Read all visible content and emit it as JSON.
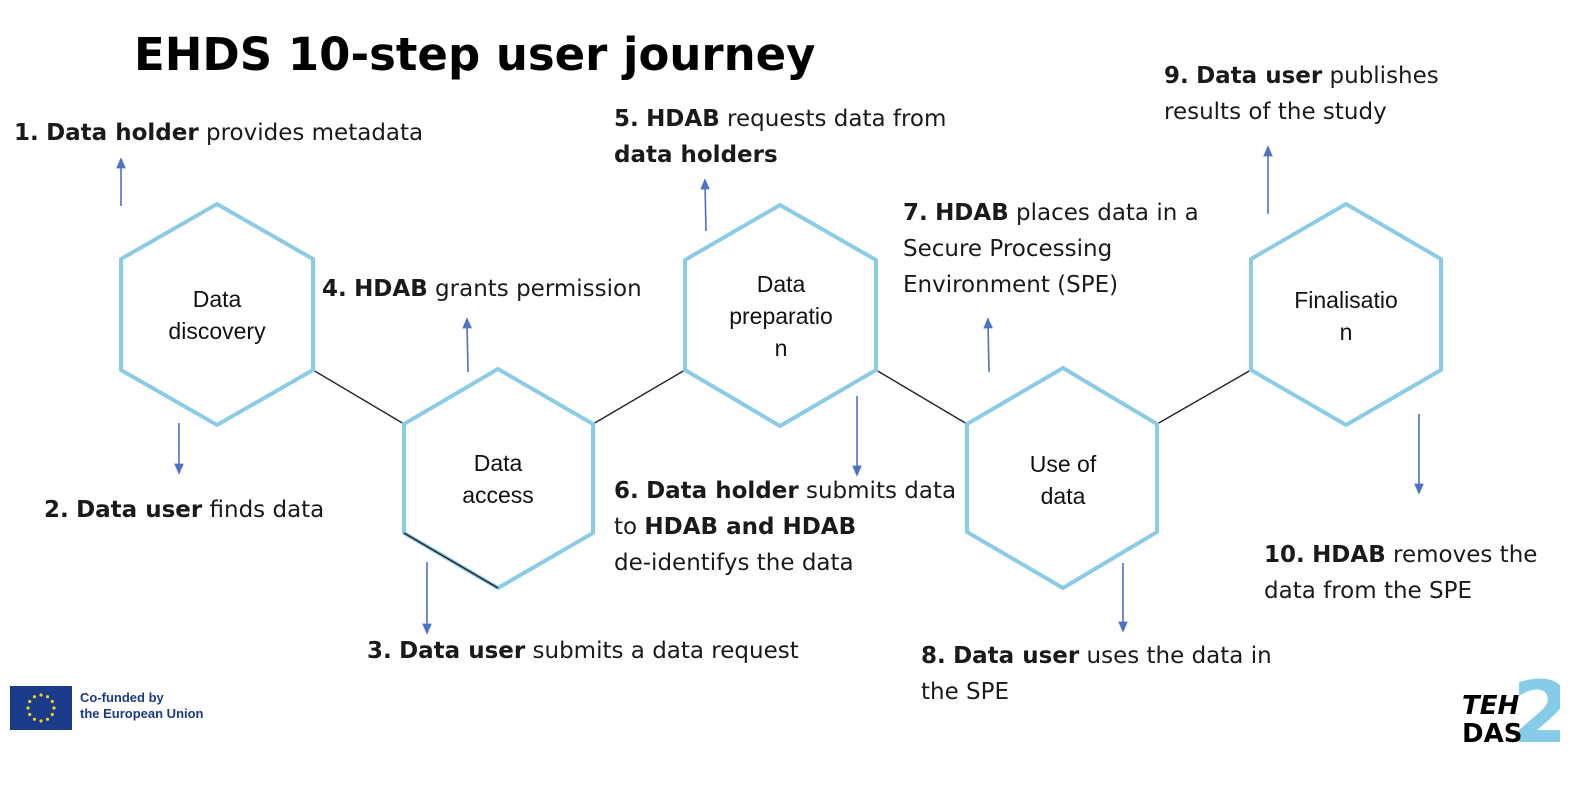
{
  "title": "EHDS 10-step user journey",
  "phases": [
    {
      "line1": "Data",
      "line2": "discovery",
      "line3": ""
    },
    {
      "line1": "Data",
      "line2": "access",
      "line3": ""
    },
    {
      "line1": "Data",
      "line2": "preparatio",
      "line3": "n"
    },
    {
      "line1": "Use of",
      "line2": "data",
      "line3": ""
    },
    {
      "line1": "Finalisatio",
      "line2": "n",
      "line3": ""
    }
  ],
  "steps": [
    {
      "num": "1.",
      "actor": "Data holder",
      "text": "provides metadata"
    },
    {
      "num": "2.",
      "actor": "Data user",
      "text": "finds data"
    },
    {
      "num": "3.",
      "actor": "Data user",
      "text": "submits a data request"
    },
    {
      "num": "4.",
      "actor": "HDAB",
      "text": "grants permission"
    },
    {
      "num": "5.",
      "actor": "HDAB",
      "text": "requests data from",
      "target": "data holders"
    },
    {
      "num": "6.",
      "actor": "Data holder",
      "text": "submits data",
      "line2_pre": "to",
      "line2_bold": "HDAB and HDAB",
      "line3": "de-identifys the data"
    },
    {
      "num": "7.",
      "actor": "HDAB",
      "text": "places data in a",
      "line2": "Secure Processing",
      "line3": "Environment (SPE)"
    },
    {
      "num": "8.",
      "actor": "Data user",
      "text": "uses the data in",
      "line2": "the SPE"
    },
    {
      "num": "9.",
      "actor": "Data user",
      "text": "publishes",
      "line2": "results of the study"
    },
    {
      "num": "10.",
      "actor": "HDAB",
      "text": "removes the",
      "line2": "data from the SPE"
    }
  ],
  "eu": {
    "line1": "Co-funded by",
    "line2": "the European Union"
  },
  "logo": {
    "word1": "TEH",
    "word2": "DAS",
    "number": "2"
  },
  "colors": {
    "hex_stroke": "#8ccbe6",
    "arrow": "#4d72c4",
    "eu_blue": "#1a3a8a",
    "eu_star": "#f2d21b",
    "logo_2": "#86cce8"
  }
}
